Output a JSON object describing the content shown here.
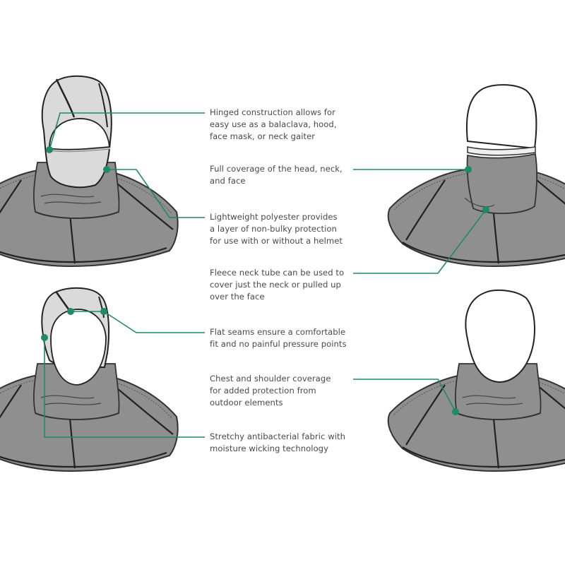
{
  "colors": {
    "callout_line": "#1f8a63",
    "fabric_dark": "#8f8f8f",
    "fabric_light": "#dadada",
    "outline": "#222222",
    "text": "#4a4a4a",
    "background": "#ffffff"
  },
  "figures": [
    {
      "id": "balaclava-mode",
      "position": "top-left",
      "description": "Hood worn as balaclava with face opening, light hood and dark neck tube/shoulder cape"
    },
    {
      "id": "neck-gaiter-mode",
      "position": "top-right",
      "description": "Neck tube pulled up over face, head outline visible above"
    },
    {
      "id": "hood-mode",
      "position": "bottom-left",
      "description": "Hood worn with face exposed, neck tube rolled down"
    },
    {
      "id": "neck-only-mode",
      "position": "bottom-right",
      "description": "Head outline, neck tube and shoulder cape only"
    }
  ],
  "callouts": [
    {
      "lines": [
        "Hinged construction allows for",
        "easy use as a balaclava, hood,",
        "face mask, or neck gaiter"
      ]
    },
    {
      "lines": [
        "Full coverage of the head, neck,",
        "and face"
      ]
    },
    {
      "lines": [
        "Lightweight polyester provides",
        "a layer of non-bulky protection",
        "for use with or without a helmet"
      ]
    },
    {
      "lines": [
        "Fleece neck tube can be used to",
        "cover just the neck or pulled up",
        "over the face"
      ]
    },
    {
      "lines": [
        "Flat seams ensure a comfortable",
        "fit and no painful pressure points"
      ]
    },
    {
      "lines": [
        "Chest and shoulder coverage",
        "for added protection from",
        "outdoor elements"
      ]
    },
    {
      "lines": [
        "Stretchy antibacterial fabric with",
        "moisture wicking technology"
      ]
    }
  ]
}
